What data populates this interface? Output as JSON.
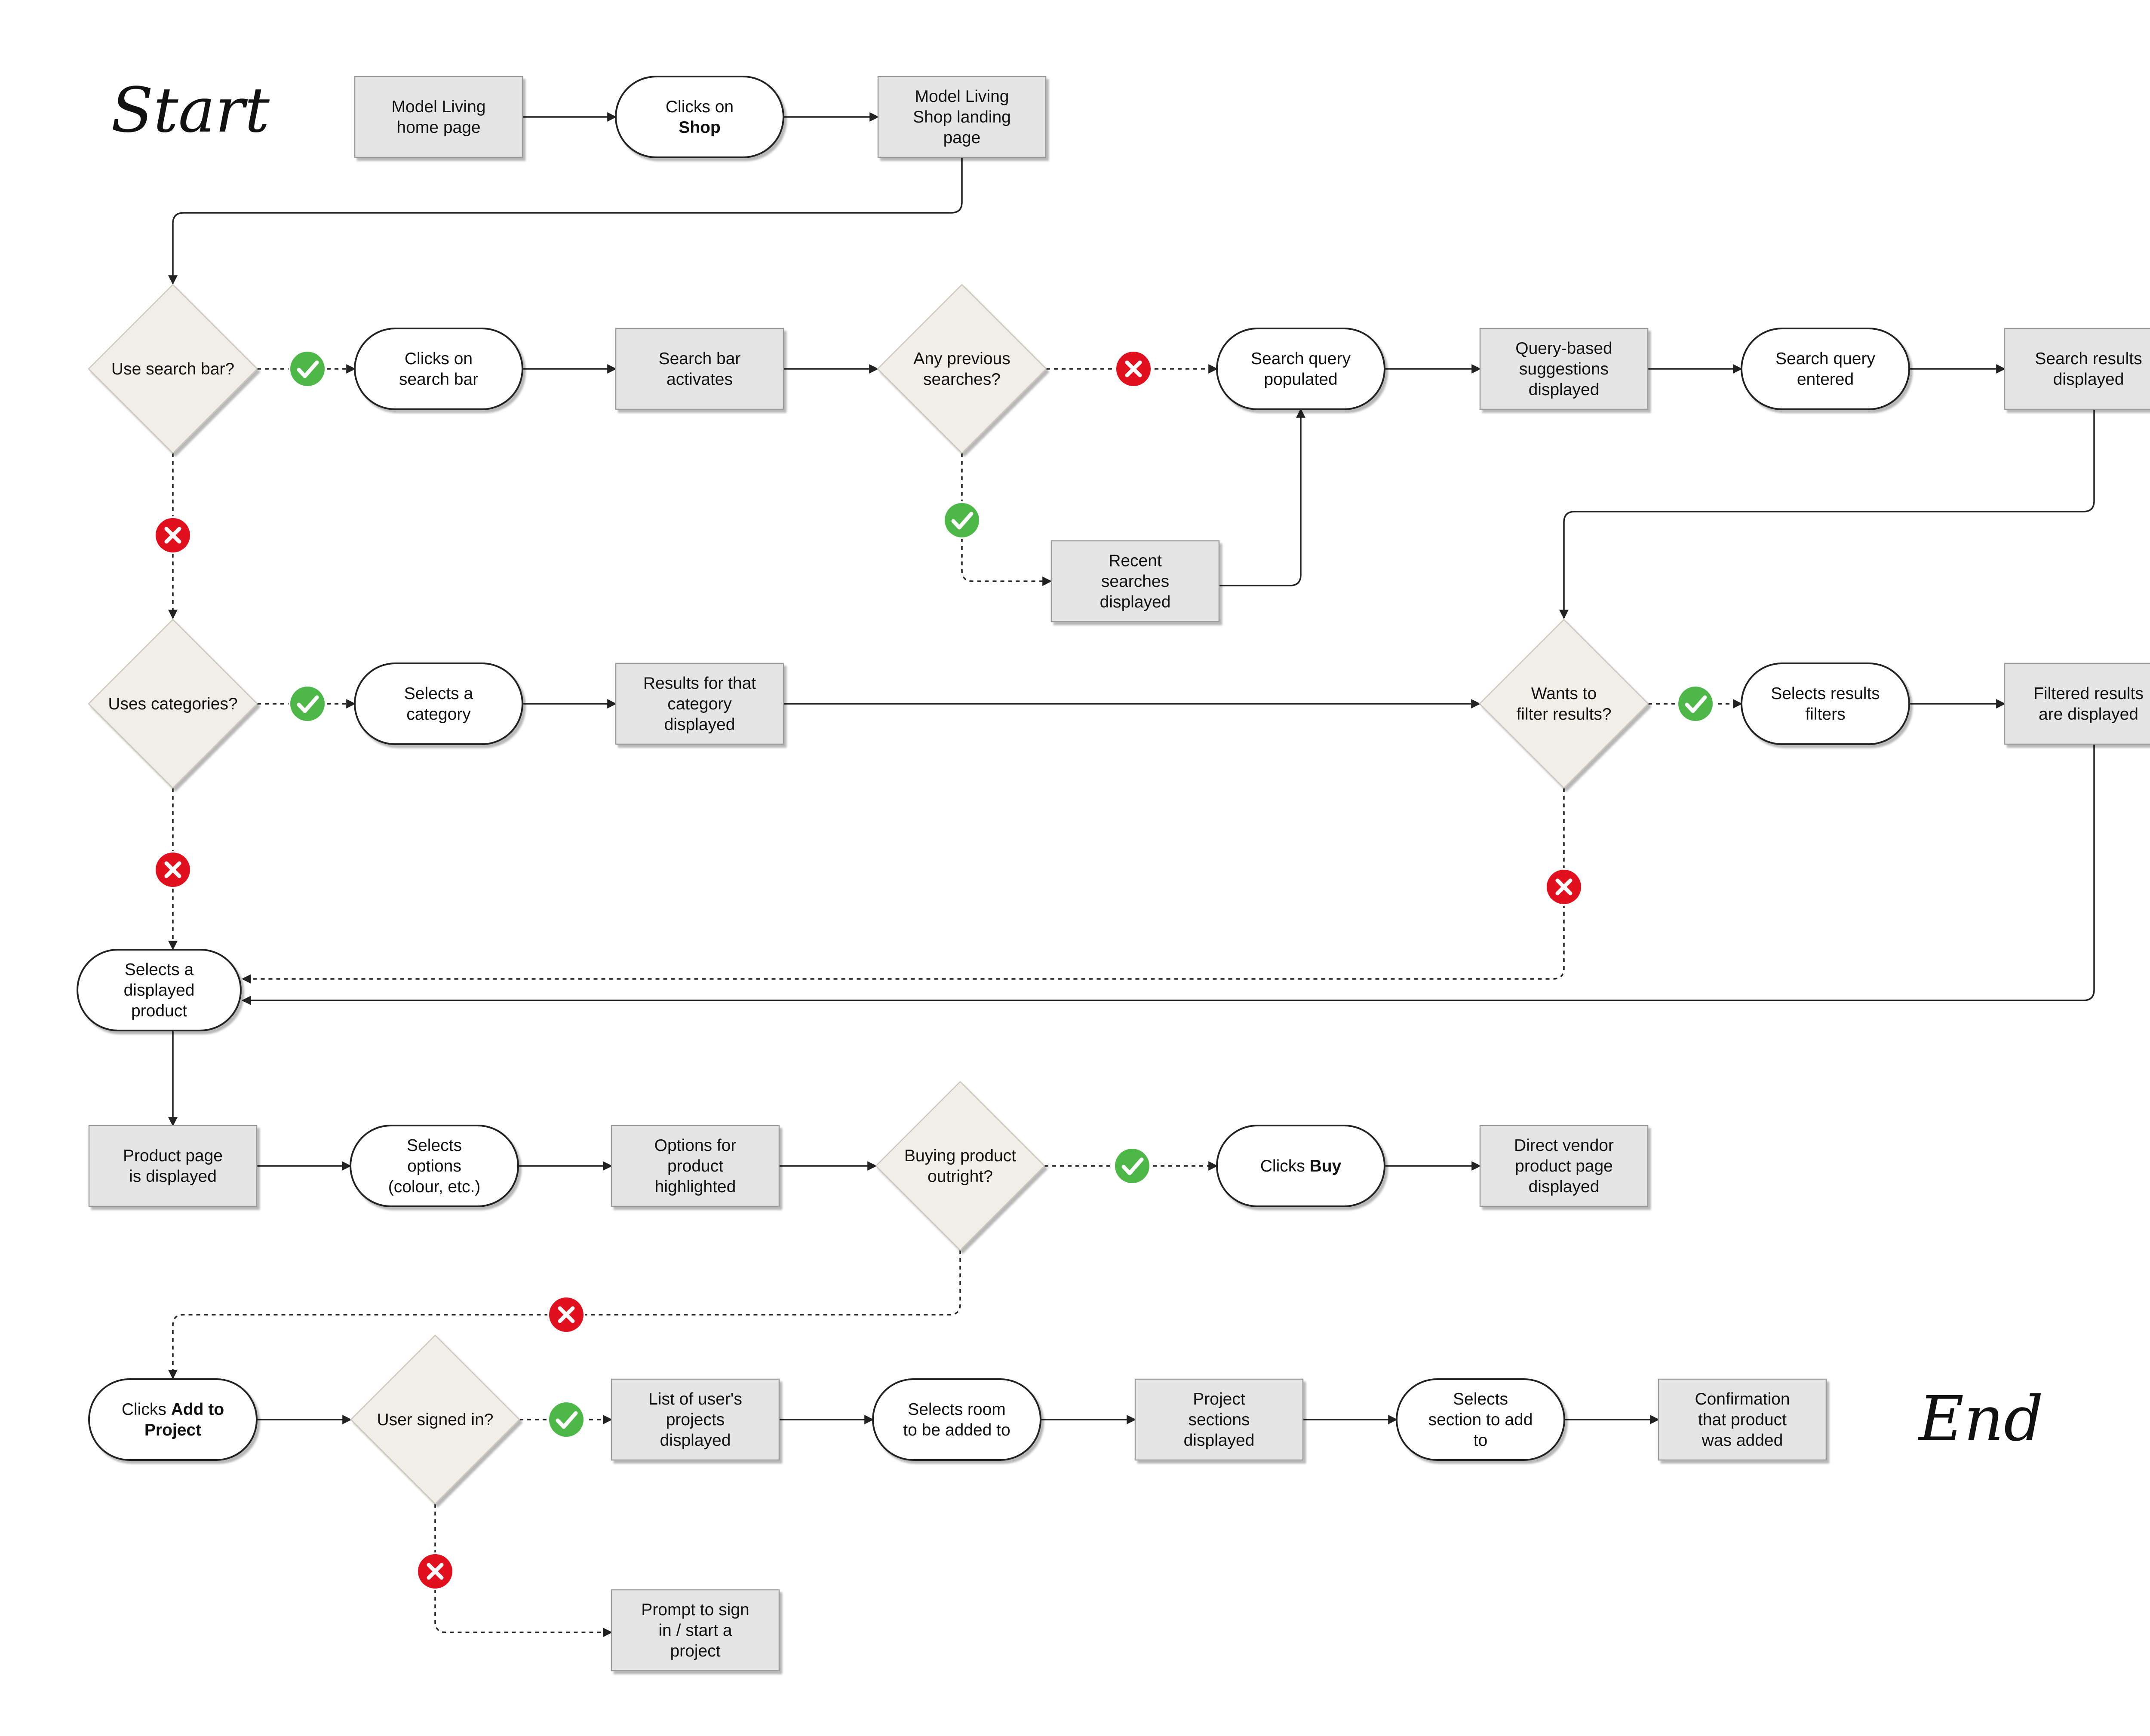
{
  "labels": {
    "start": "Start",
    "end": "End"
  },
  "colors": {
    "process_fill": "#e5e5e5",
    "decision_fill": "#f0eee7",
    "terminal_fill": "#ffffff",
    "stroke": "#222222",
    "yes": "#4db848",
    "no": "#e0101e"
  },
  "nodes": [
    {
      "id": "home",
      "type": "process",
      "lines": [
        "Model Living",
        "home page"
      ]
    },
    {
      "id": "clicks-shop",
      "type": "terminal",
      "lines": [
        "Clicks on",
        "**Shop"
      ]
    },
    {
      "id": "shop-landing",
      "type": "process",
      "lines": [
        "Model Living",
        "Shop landing",
        "page"
      ]
    },
    {
      "id": "use-search",
      "type": "decision",
      "lines": [
        "Use search bar?"
      ]
    },
    {
      "id": "clicks-search",
      "type": "terminal",
      "lines": [
        "Clicks on",
        "search bar"
      ]
    },
    {
      "id": "search-activates",
      "type": "process",
      "lines": [
        "Search bar",
        "activates"
      ]
    },
    {
      "id": "any-previous",
      "type": "decision",
      "lines": [
        "Any previous",
        "searches?"
      ]
    },
    {
      "id": "query-populated",
      "type": "terminal",
      "lines": [
        "Search query",
        "populated"
      ]
    },
    {
      "id": "query-suggestions",
      "type": "process",
      "lines": [
        "Query-based",
        "suggestions",
        "displayed"
      ]
    },
    {
      "id": "query-entered",
      "type": "terminal",
      "lines": [
        "Search query",
        "entered"
      ]
    },
    {
      "id": "results-displayed",
      "type": "process",
      "lines": [
        "Search results",
        "displayed"
      ]
    },
    {
      "id": "recent-searches",
      "type": "process",
      "lines": [
        "Recent",
        "searches",
        "displayed"
      ]
    },
    {
      "id": "uses-categories",
      "type": "decision",
      "lines": [
        "Uses categories?"
      ]
    },
    {
      "id": "selects-category",
      "type": "terminal",
      "lines": [
        "Selects a",
        "category"
      ]
    },
    {
      "id": "category-results",
      "type": "process",
      "lines": [
        "Results for that",
        "category",
        "displayed"
      ]
    },
    {
      "id": "wants-filter",
      "type": "decision",
      "lines": [
        "Wants to",
        "filter results?"
      ]
    },
    {
      "id": "selects-filters",
      "type": "terminal",
      "lines": [
        "Selects results",
        "filters"
      ]
    },
    {
      "id": "filtered-results",
      "type": "process",
      "lines": [
        "Filtered results",
        "are displayed"
      ]
    },
    {
      "id": "selects-product",
      "type": "terminal",
      "lines": [
        "Selects a",
        "displayed",
        "product"
      ]
    },
    {
      "id": "product-page",
      "type": "process",
      "lines": [
        "Product page",
        "is displayed"
      ]
    },
    {
      "id": "selects-options",
      "type": "terminal",
      "lines": [
        "Selects",
        "options",
        "(colour, etc.)"
      ]
    },
    {
      "id": "options-highlighted",
      "type": "process",
      "lines": [
        "Options for",
        "product",
        "highlighted"
      ]
    },
    {
      "id": "buying-outright",
      "type": "decision",
      "lines": [
        "Buying product",
        "outright?"
      ]
    },
    {
      "id": "clicks-buy",
      "type": "terminal",
      "lines": [
        "Clicks **Buy"
      ]
    },
    {
      "id": "vendor-page",
      "type": "process",
      "lines": [
        "Direct vendor",
        "product page",
        "displayed"
      ]
    },
    {
      "id": "add-to-project",
      "type": "terminal",
      "lines": [
        "Clicks **Add to",
        "**Project"
      ]
    },
    {
      "id": "signed-in",
      "type": "decision",
      "lines": [
        "User signed in?"
      ]
    },
    {
      "id": "projects-list",
      "type": "process",
      "lines": [
        "List of user's",
        "projects",
        "displayed"
      ]
    },
    {
      "id": "selects-room",
      "type": "terminal",
      "lines": [
        "Selects room",
        "to be added to"
      ]
    },
    {
      "id": "project-sections",
      "type": "process",
      "lines": [
        "Project",
        "sections",
        "displayed"
      ]
    },
    {
      "id": "selects-section",
      "type": "terminal",
      "lines": [
        "Selects",
        "section to add",
        "to"
      ]
    },
    {
      "id": "confirmation",
      "type": "process",
      "lines": [
        "Confirmation",
        "that product",
        "was added"
      ]
    },
    {
      "id": "prompt-sign-in",
      "type": "process",
      "lines": [
        "Prompt to sign",
        "in / start a",
        "project"
      ]
    }
  ],
  "edges": [
    {
      "from": "home",
      "to": "clicks-shop",
      "style": "solid"
    },
    {
      "from": "clicks-shop",
      "to": "shop-landing",
      "style": "solid"
    },
    {
      "from": "shop-landing",
      "to": "use-search",
      "style": "solid"
    },
    {
      "from": "use-search",
      "to": "clicks-search",
      "style": "dashed",
      "badge": "yes"
    },
    {
      "from": "clicks-search",
      "to": "search-activates",
      "style": "solid"
    },
    {
      "from": "search-activates",
      "to": "any-previous",
      "style": "solid"
    },
    {
      "from": "any-previous",
      "to": "query-populated",
      "style": "dashed",
      "badge": "no"
    },
    {
      "from": "any-previous",
      "to": "recent-searches",
      "style": "dashed",
      "badge": "yes"
    },
    {
      "from": "recent-searches",
      "to": "query-populated",
      "style": "solid"
    },
    {
      "from": "query-populated",
      "to": "query-suggestions",
      "style": "solid"
    },
    {
      "from": "query-suggestions",
      "to": "query-entered",
      "style": "solid"
    },
    {
      "from": "query-entered",
      "to": "results-displayed",
      "style": "solid"
    },
    {
      "from": "results-displayed",
      "to": "wants-filter",
      "style": "solid"
    },
    {
      "from": "use-search",
      "to": "uses-categories",
      "style": "dashed",
      "badge": "no"
    },
    {
      "from": "uses-categories",
      "to": "selects-category",
      "style": "dashed",
      "badge": "yes"
    },
    {
      "from": "selects-category",
      "to": "category-results",
      "style": "solid"
    },
    {
      "from": "category-results",
      "to": "wants-filter",
      "style": "solid"
    },
    {
      "from": "wants-filter",
      "to": "selects-filters",
      "style": "dashed",
      "badge": "yes"
    },
    {
      "from": "selects-filters",
      "to": "filtered-results",
      "style": "solid"
    },
    {
      "from": "uses-categories",
      "to": "selects-product",
      "style": "dashed",
      "badge": "no"
    },
    {
      "from": "wants-filter",
      "to": "selects-product",
      "style": "dashed",
      "badge": "no"
    },
    {
      "from": "filtered-results",
      "to": "selects-product",
      "style": "solid"
    },
    {
      "from": "selects-product",
      "to": "product-page",
      "style": "solid"
    },
    {
      "from": "product-page",
      "to": "selects-options",
      "style": "solid"
    },
    {
      "from": "selects-options",
      "to": "options-highlighted",
      "style": "solid"
    },
    {
      "from": "options-highlighted",
      "to": "buying-outright",
      "style": "solid"
    },
    {
      "from": "buying-outright",
      "to": "clicks-buy",
      "style": "dashed",
      "badge": "yes"
    },
    {
      "from": "clicks-buy",
      "to": "vendor-page",
      "style": "solid"
    },
    {
      "from": "buying-outright",
      "to": "add-to-project",
      "style": "dashed",
      "badge": "no"
    },
    {
      "from": "add-to-project",
      "to": "signed-in",
      "style": "solid"
    },
    {
      "from": "signed-in",
      "to": "projects-list",
      "style": "dashed",
      "badge": "yes"
    },
    {
      "from": "projects-list",
      "to": "selects-room",
      "style": "solid"
    },
    {
      "from": "selects-room",
      "to": "project-sections",
      "style": "solid"
    },
    {
      "from": "project-sections",
      "to": "selects-section",
      "style": "solid"
    },
    {
      "from": "selects-section",
      "to": "confirmation",
      "style": "solid"
    },
    {
      "from": "signed-in",
      "to": "prompt-sign-in",
      "style": "dashed",
      "badge": "no"
    }
  ]
}
